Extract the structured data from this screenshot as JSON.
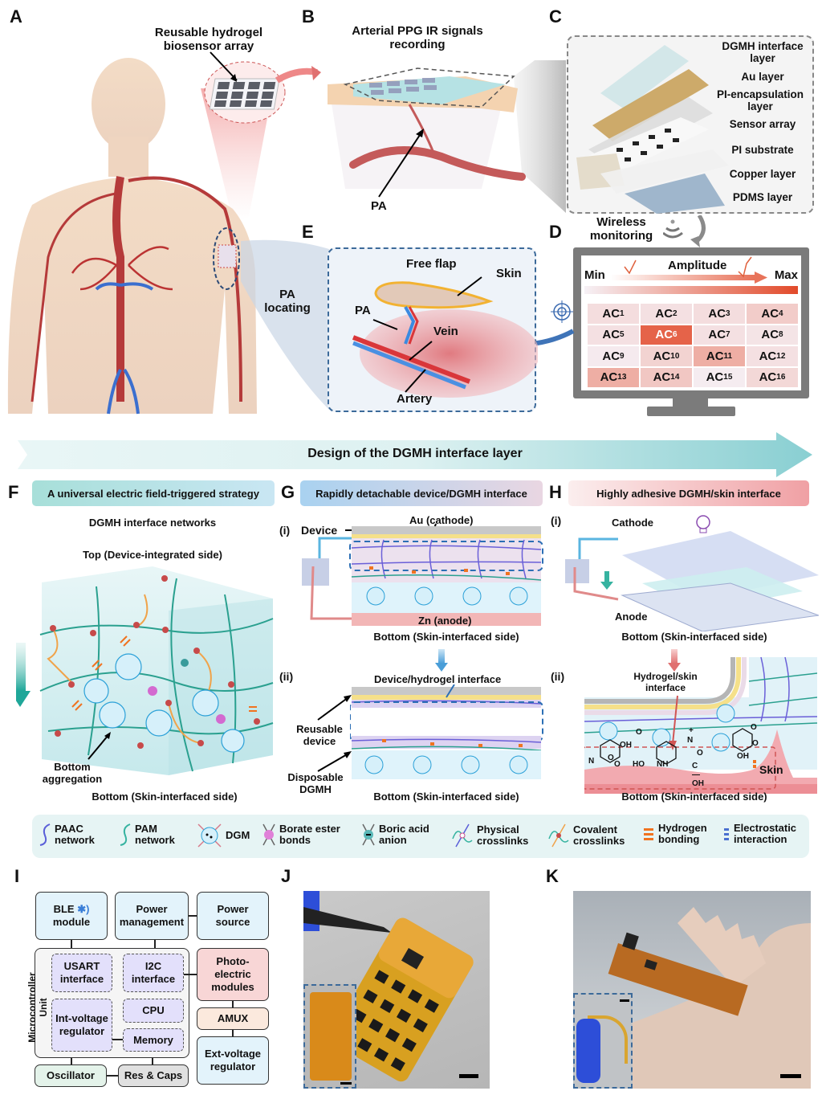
{
  "panels": {
    "A": {
      "label": "A",
      "title_line1": "Reusable hydrogel",
      "title_line2": "biosensor array"
    },
    "B": {
      "label": "B",
      "title_line1": "Arterial PPG IR signals",
      "title_line2": "recording",
      "pa_label": "PA"
    },
    "C": {
      "label": "C",
      "layers": [
        {
          "line1": "DGMH interface",
          "line2": "layer"
        },
        {
          "line1": "Au layer",
          "line2": ""
        },
        {
          "line1": "PI-encapsulation",
          "line2": "layer"
        },
        {
          "line1": "Sensor array",
          "line2": ""
        },
        {
          "line1": "PI substrate",
          "line2": ""
        },
        {
          "line1": "Copper layer",
          "line2": ""
        },
        {
          "line1": "PDMS layer",
          "line2": ""
        }
      ]
    },
    "D": {
      "label": "D",
      "wireless_line1": "Wireless",
      "wireless_line2": "monitoring",
      "amplitude_label": "Amplitude",
      "min_label": "Min",
      "max_label": "Max",
      "colors": {
        "min": "#f6f1f6",
        "max": "#e24a2a"
      },
      "cells": [
        {
          "base": "AC",
          "sub": "1",
          "level": 0.12
        },
        {
          "base": "AC",
          "sub": "2",
          "level": 0.1
        },
        {
          "base": "AC",
          "sub": "3",
          "level": 0.12
        },
        {
          "base": "AC",
          "sub": "4",
          "level": 0.22
        },
        {
          "base": "AC",
          "sub": "5",
          "level": 0.1
        },
        {
          "base": "AC",
          "sub": "6",
          "level": 0.85
        },
        {
          "base": "AC",
          "sub": "7",
          "level": 0.1
        },
        {
          "base": "AC",
          "sub": "8",
          "level": 0.08
        },
        {
          "base": "AC",
          "sub": "9",
          "level": 0.04
        },
        {
          "base": "AC",
          "sub": "10",
          "level": 0.18
        },
        {
          "base": "AC",
          "sub": "11",
          "level": 0.4
        },
        {
          "base": "AC",
          "sub": "12",
          "level": 0.1
        },
        {
          "base": "AC",
          "sub": "13",
          "level": 0.4
        },
        {
          "base": "AC",
          "sub": "14",
          "level": 0.25
        },
        {
          "base": "AC",
          "sub": "15",
          "level": 0.03
        },
        {
          "base": "AC",
          "sub": "16",
          "level": 0.15
        }
      ]
    },
    "E": {
      "label": "E",
      "locating_line1": "PA",
      "locating_line2": "locating",
      "free_flap": "Free flap",
      "skin": "Skin",
      "pa": "PA",
      "vein": "Vein",
      "artery": "Artery"
    },
    "banner": "Design of the DGMH interface layer",
    "F": {
      "label": "F",
      "heading": "A universal electric field-triggered strategy",
      "networks_title": "DGMH interface networks",
      "top_label": "Top (Device-integrated side)",
      "bottom_agg_line1": "Bottom",
      "bottom_agg_line2": "aggregation",
      "bottom_label": "Bottom (Skin-interfaced side)"
    },
    "G": {
      "label": "G",
      "heading": "Rapidly detachable device/DGMH interface",
      "i": "(i)",
      "ii": "(ii)",
      "device": "Device",
      "au_cathode": "Au (cathode)",
      "zn_anode": "Zn (anode)",
      "bottom_label_i": "Bottom (Skin-interfaced side)",
      "device_hydrogel_interface": "Device/hydrogel interface",
      "reusable_line1": "Reusable",
      "reusable_line2": "device",
      "disposable_line1": "Disposable",
      "disposable_line2": "DGMH",
      "bottom_label_ii": "Bottom (Skin-interfaced side)"
    },
    "H": {
      "label": "H",
      "heading": "Highly adhesive DGMH/skin interface",
      "i": "(i)",
      "ii": "(ii)",
      "cathode": "Cathode",
      "anode": "Anode",
      "bottom_label_i": "Bottom (Skin-interfaced side)",
      "interface_line1": "Hydrogel/skin",
      "interface_line2": "interface",
      "skin": "Skin",
      "chem": {
        "oh1": "OH",
        "o1": "O",
        "n1": "N",
        "o2": "O",
        "o3": "O",
        "ho": "HO",
        "nh": "NH",
        "n_plus": "N",
        "plus": "+",
        "o_acid": "O",
        "cooh": "C—OH",
        "o4": "O",
        "o5": "O",
        "oh2": "OH"
      },
      "bottom_label_ii": "Bottom (Skin-interfaced side)"
    },
    "legend": [
      {
        "icon": "paac-network-icon",
        "line1": "PAAC",
        "line2": "network"
      },
      {
        "icon": "pam-network-icon",
        "line1": "PAM",
        "line2": "network"
      },
      {
        "icon": "dgm-icon",
        "line1": "DGM",
        "line2": ""
      },
      {
        "icon": "borate-ester-icon",
        "line1": "Borate ester",
        "line2": "bonds"
      },
      {
        "icon": "boric-acid-anion-icon",
        "line1": "Boric acid",
        "line2": "anion"
      },
      {
        "icon": "physical-crosslink-icon",
        "line1": "Physical",
        "line2": "crosslinks"
      },
      {
        "icon": "covalent-crosslink-icon",
        "line1": "Covalent",
        "line2": "crosslinks"
      },
      {
        "icon": "hydrogen-bond-icon",
        "line1": "Hydrogen",
        "line2": "bonding"
      },
      {
        "icon": "electrostatic-icon",
        "line1": "Electrostatic",
        "line2": "interaction"
      }
    ],
    "I": {
      "label": "I",
      "ble_line1": "BLE",
      "ble_line2": "module",
      "power_mgmt_line1": "Power",
      "power_mgmt_line2": "management",
      "power_source_line1": "Power",
      "power_source_line2": "source",
      "mcu": "Microcontroller Unit",
      "usart_line1": "USART",
      "usart_line2": "interface",
      "i2c_line1": "I2C",
      "i2c_line2": "interface",
      "cpu": "CPU",
      "int_volt_line1": "Int-voltage",
      "int_volt_line2": "regulator",
      "memory": "Memory",
      "photo_line1": "Photo-",
      "photo_line2": "electric",
      "photo_line3": "modules",
      "amux": "AMUX",
      "ext_volt_line1": "Ext-voltage",
      "ext_volt_line2": "regulator",
      "oscillator": "Oscillator",
      "res_caps": "Res & Caps"
    },
    "J": {
      "label": "J"
    },
    "K": {
      "label": "K"
    }
  }
}
